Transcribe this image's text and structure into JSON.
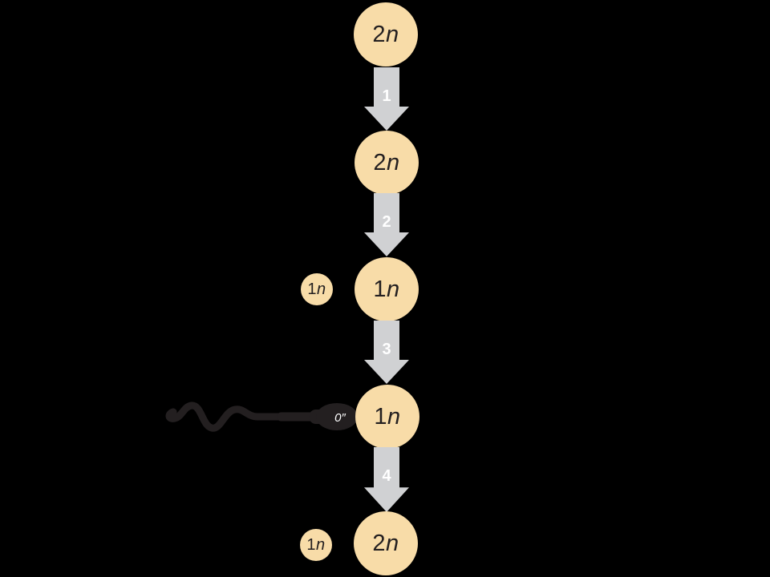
{
  "colors": {
    "background": "#000000",
    "cell_fill": "#F8DCA8",
    "cell_text": "#231F20",
    "arrow_fill": "#D0D1D3",
    "arrow_text": "#FFFFFF",
    "sperm_fill": "#231F20",
    "sperm_text": "#FFFFFF"
  },
  "stages": [
    {
      "cell": {
        "num": "2",
        "ploidy": "n"
      }
    },
    {
      "cell": {
        "num": "2",
        "ploidy": "n"
      }
    },
    {
      "cell": {
        "num": "1",
        "ploidy": "n"
      },
      "polar_body": {
        "num": "1",
        "ploidy": "n"
      }
    },
    {
      "cell": {
        "num": "1",
        "ploidy": "n"
      }
    },
    {
      "cell": {
        "num": "2",
        "ploidy": "n"
      },
      "polar_body": {
        "num": "1",
        "ploidy": "n"
      }
    }
  ],
  "arrows": [
    {
      "label": "1"
    },
    {
      "label": "2"
    },
    {
      "label": "3"
    },
    {
      "label": "4"
    }
  ],
  "sperm": {
    "head_label": "0″"
  }
}
